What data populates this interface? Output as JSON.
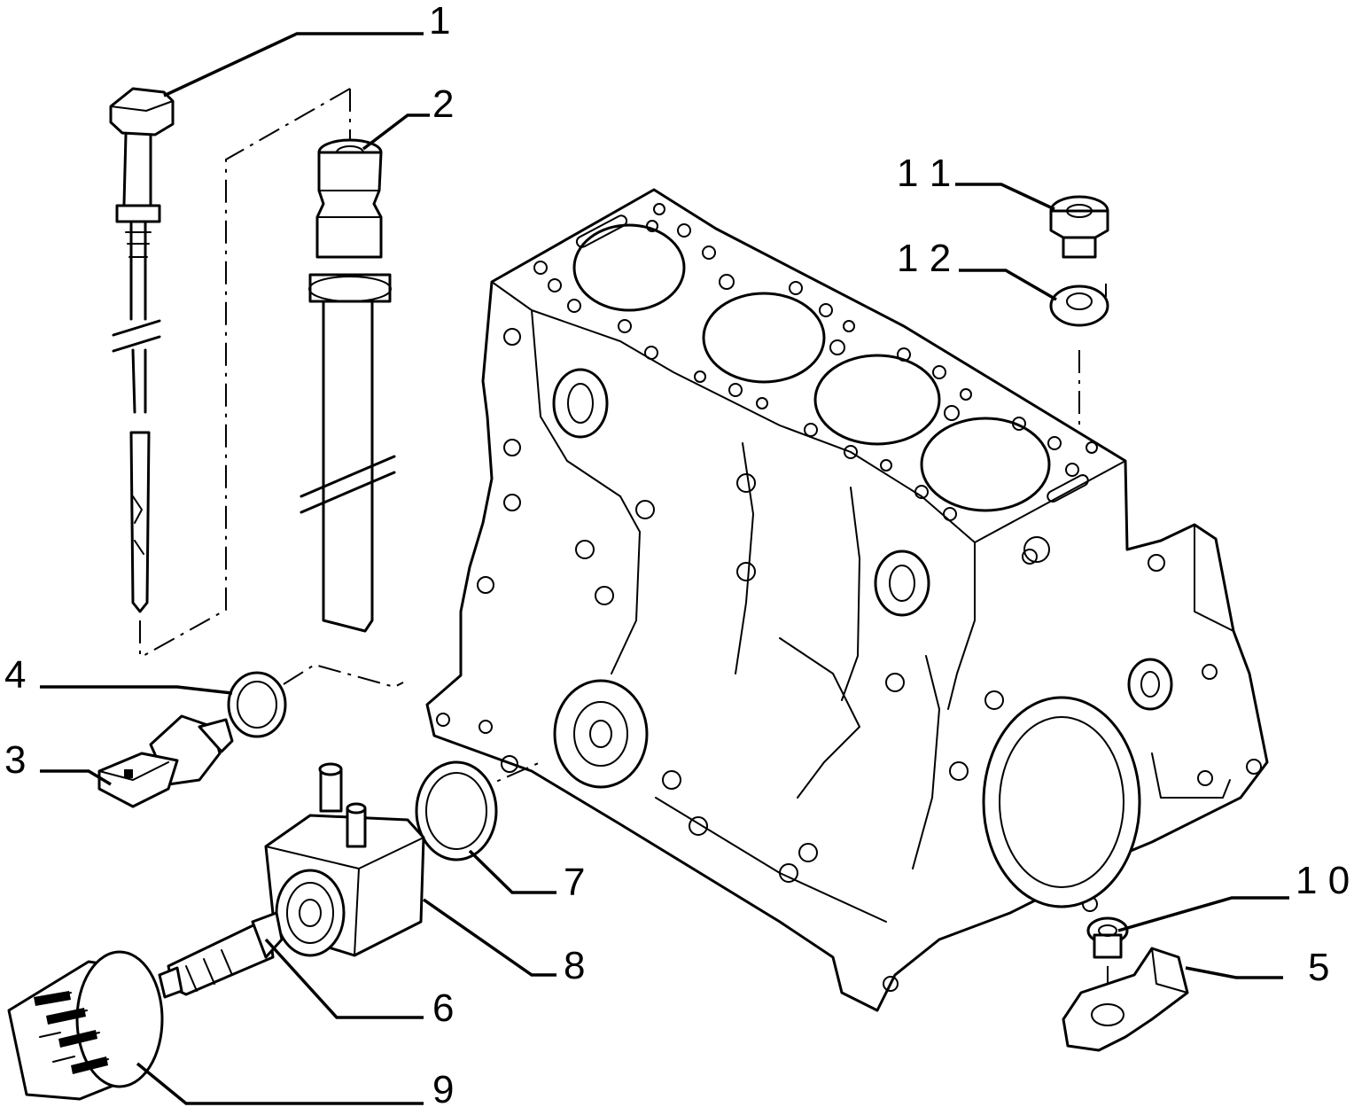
{
  "callouts": {
    "c1": "1",
    "c2": "2",
    "c3": "3",
    "c4": "4",
    "c5": "5",
    "c6": "6",
    "c7": "7",
    "c8": "8",
    "c9": "9",
    "c10": "1 0",
    "c11": "1 1",
    "c12": "1 2"
  }
}
